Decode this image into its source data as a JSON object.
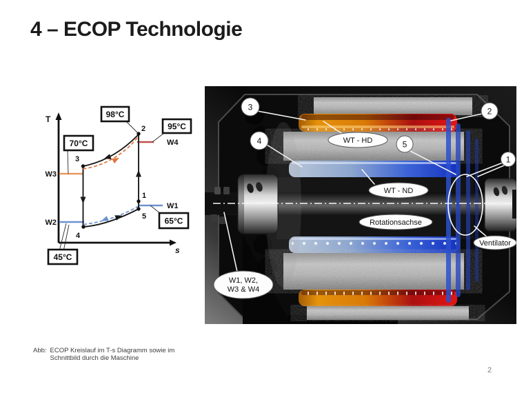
{
  "slide": {
    "title": "4 – ECOP Technologie",
    "page_number": "2",
    "caption": {
      "prefix": "Abb:",
      "text": "ECOP Kreislauf im T-s Diagramm sowie im\nSchnittbild durch die Maschine"
    }
  },
  "ts_diagram": {
    "axes": {
      "t_label": "T",
      "s_label": "s"
    },
    "points": {
      "p1": "1",
      "p2": "2",
      "p3": "3",
      "p4": "4",
      "p5": "5"
    },
    "temperatures": {
      "t98": "98°C",
      "t95": "95°C",
      "t70": "70°C",
      "t65": "65°C",
      "t45": "45°C"
    },
    "streams": {
      "w1": "W1",
      "w2": "W2",
      "w3": "W3",
      "w4": "W4"
    },
    "colors": {
      "cycle_line": "#1a1a1a",
      "hot_stream_line": "#c0504d",
      "warm_stream_line": "#e8995c",
      "cold_stream_line": "#6d93cf",
      "warm_dashed": "#e2733a",
      "cold_dashed": "#6d93cf"
    }
  },
  "machine": {
    "callouts": {
      "c1": "1",
      "c2": "2",
      "c3": "3",
      "c4": "4",
      "c5": "5"
    },
    "labels": {
      "wt_hd": "WT - HD",
      "wt_nd": "WT - ND",
      "rotationsachse": "Rotationsachse",
      "ventilator": "Ventilator",
      "w_line1": "W1, W2,",
      "w_line2": "W3 & W4"
    },
    "colors": {
      "hot_tube_start": "#e5920c",
      "hot_tube_end": "#e31616",
      "cold_tube_pale": "#b9c6d8",
      "cold_tube_deep": "#1330bf"
    }
  }
}
